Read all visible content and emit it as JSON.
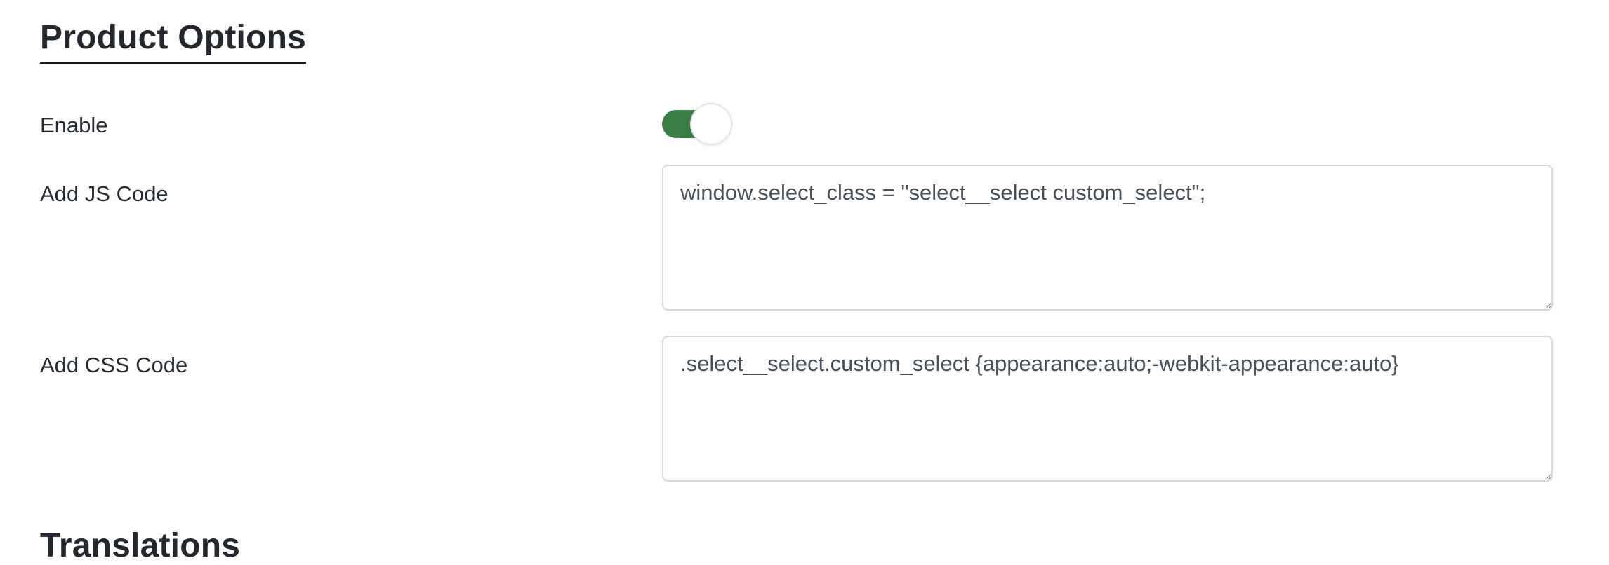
{
  "product_options": {
    "title": "Product Options",
    "enable": {
      "label": "Enable",
      "state": "on"
    },
    "js_code": {
      "label": "Add JS Code",
      "value": "window.select_class = \"select__select custom_select\";"
    },
    "css_code": {
      "label": "Add CSS Code",
      "value": ".select__select.custom_select {appearance:auto;-webkit-appearance:auto}"
    }
  },
  "translations": {
    "title": "Translations"
  },
  "colors": {
    "toggle_on_green": "#3a7d45",
    "toggle_knob": "#ffffff",
    "toggle_knob_border": "#e4e6e9",
    "heading_text": "#23282e",
    "heading_underline": "#15181c",
    "label_text": "#262c33",
    "code_text": "#475059",
    "field_border": "#d4d9de",
    "page_background": "#ffffff"
  }
}
